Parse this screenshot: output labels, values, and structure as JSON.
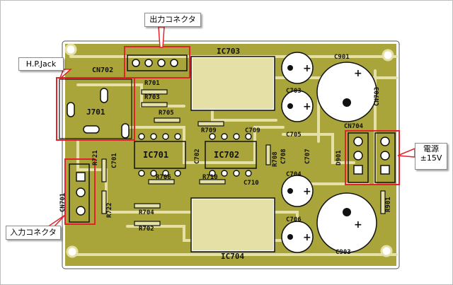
{
  "callouts": {
    "output_connector": "出力コネクタ",
    "hp_jack": "H.P.Jack",
    "input_connector": "入力コネクタ",
    "power_line1": "電源",
    "power_line2": "±15V"
  },
  "silkscreen": {
    "ic703": "IC703",
    "ic701": "IC701",
    "ic702": "IC702",
    "ic704": "IC704",
    "cn702": "CN702",
    "cn701": "CN701",
    "cn704": "CN704",
    "cn703": "CN703",
    "j701": "J701",
    "r701": "R701",
    "r703": "R703",
    "r705": "R705",
    "r709": "R709",
    "r708": "R708",
    "r706": "R706",
    "r710": "R710",
    "r704": "R704",
    "r702": "R702",
    "r721": "R721",
    "r722": "R722",
    "r901": "R901",
    "c701": "C701",
    "c702": "C702",
    "c703": "C703",
    "c704": "C704",
    "c705": "C705",
    "c706": "C706",
    "c707": "C707",
    "c708": "C708",
    "c709": "C709",
    "c710": "C710",
    "c901": "C901",
    "c903": "C903",
    "d901": "D901"
  },
  "colors": {
    "board": "#a9a53a",
    "copper": "#e4e0a6",
    "silk": "#111111",
    "highlight": "#e0242b"
  }
}
